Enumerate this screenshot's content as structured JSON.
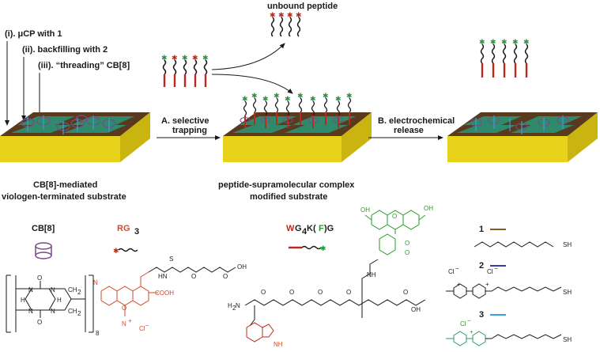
{
  "steps": {
    "step1": "(i). μCP with 1",
    "step2": "(ii). backfilling with 2",
    "step3": "(iii). “threading” CB[8]"
  },
  "top_label": "unbound peptide",
  "arrow_a_line1": "A. selective",
  "arrow_a_line2": "trapping",
  "arrow_b_line1": "B. electrochemical",
  "arrow_b_line2": "release",
  "substrate_left_line1": "CB[8]-mediated",
  "substrate_left_line2": "viologen-terminated substrate",
  "substrate_mid_line1": "peptide-supramolecular complex",
  "substrate_mid_line2": "modified substrate",
  "legend": {
    "cb8": "CB[8]",
    "rg3_main": "RG",
    "rg3_sub": "3",
    "peptide_w": "W",
    "peptide_g": "G",
    "peptide_sub4": "4",
    "peptide_k": "K(",
    "peptide_f": "F",
    "peptide_close": ")G",
    "cmp1": "1",
    "cmp2": "2",
    "cmp3": "3"
  },
  "chem_text": {
    "o": "O",
    "n": "N",
    "h": "H",
    "ch2": "CH",
    "ch2_sub": "2",
    "sub8": "8",
    "cooh": "COOH",
    "oh": "OH",
    "sh": "SH",
    "nh": "NH",
    "h2n": "H",
    "h2n_sub": "2",
    "h2n_tail": "N",
    "cl": "Cl",
    "cl_minus": "−",
    "plus": "+",
    "hn": "HN",
    "s": "S"
  },
  "colors": {
    "substrate_top": "#5a3a1e",
    "substrate_side": "#e8d21a",
    "pattern_green": "#2e8a6a",
    "peptide_red": "#c0281e",
    "peptide_green": "#1f9a3a",
    "rg3_red": "#d2492a",
    "fluorescein_green": "#2a9a2a",
    "cb8_purple": "#7a4a8a",
    "viologen_blue": "#3aa0d8"
  }
}
